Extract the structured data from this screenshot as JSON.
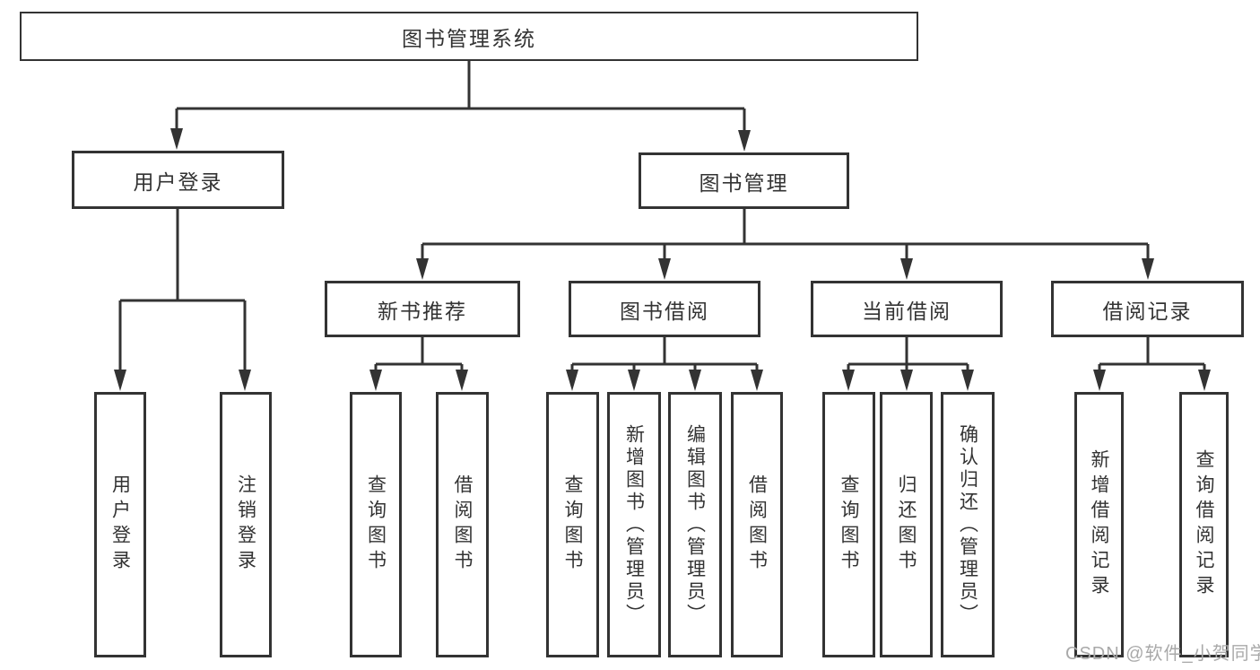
{
  "watermark": {
    "text": "CSDN @软件_小贺同学",
    "color": "#a9a9a9"
  },
  "diagram": {
    "type": "hierarchy",
    "line_color": "#333333",
    "box_fill": "#ffffff",
    "box_border_color": "#333333",
    "root": "图书管理系统",
    "branches": [
      {
        "label": "用户登录",
        "children": [
          "用户登录",
          "注销登录"
        ]
      },
      {
        "label": "图书管理",
        "sections": [
          {
            "label": "新书推荐",
            "children": [
              "查询图书",
              "借阅图书"
            ]
          },
          {
            "label": "图书借阅",
            "children": [
              "查询图书",
              "新增图书（管理员）",
              "编辑图书（管理员）",
              "借阅图书"
            ]
          },
          {
            "label": "当前借阅",
            "children": [
              "查询图书",
              "归还图书",
              "确认归还（管理员）"
            ]
          },
          {
            "label": "借阅记录",
            "children": [
              "新增借阅记录",
              "查询借阅记录"
            ]
          }
        ]
      }
    ]
  }
}
